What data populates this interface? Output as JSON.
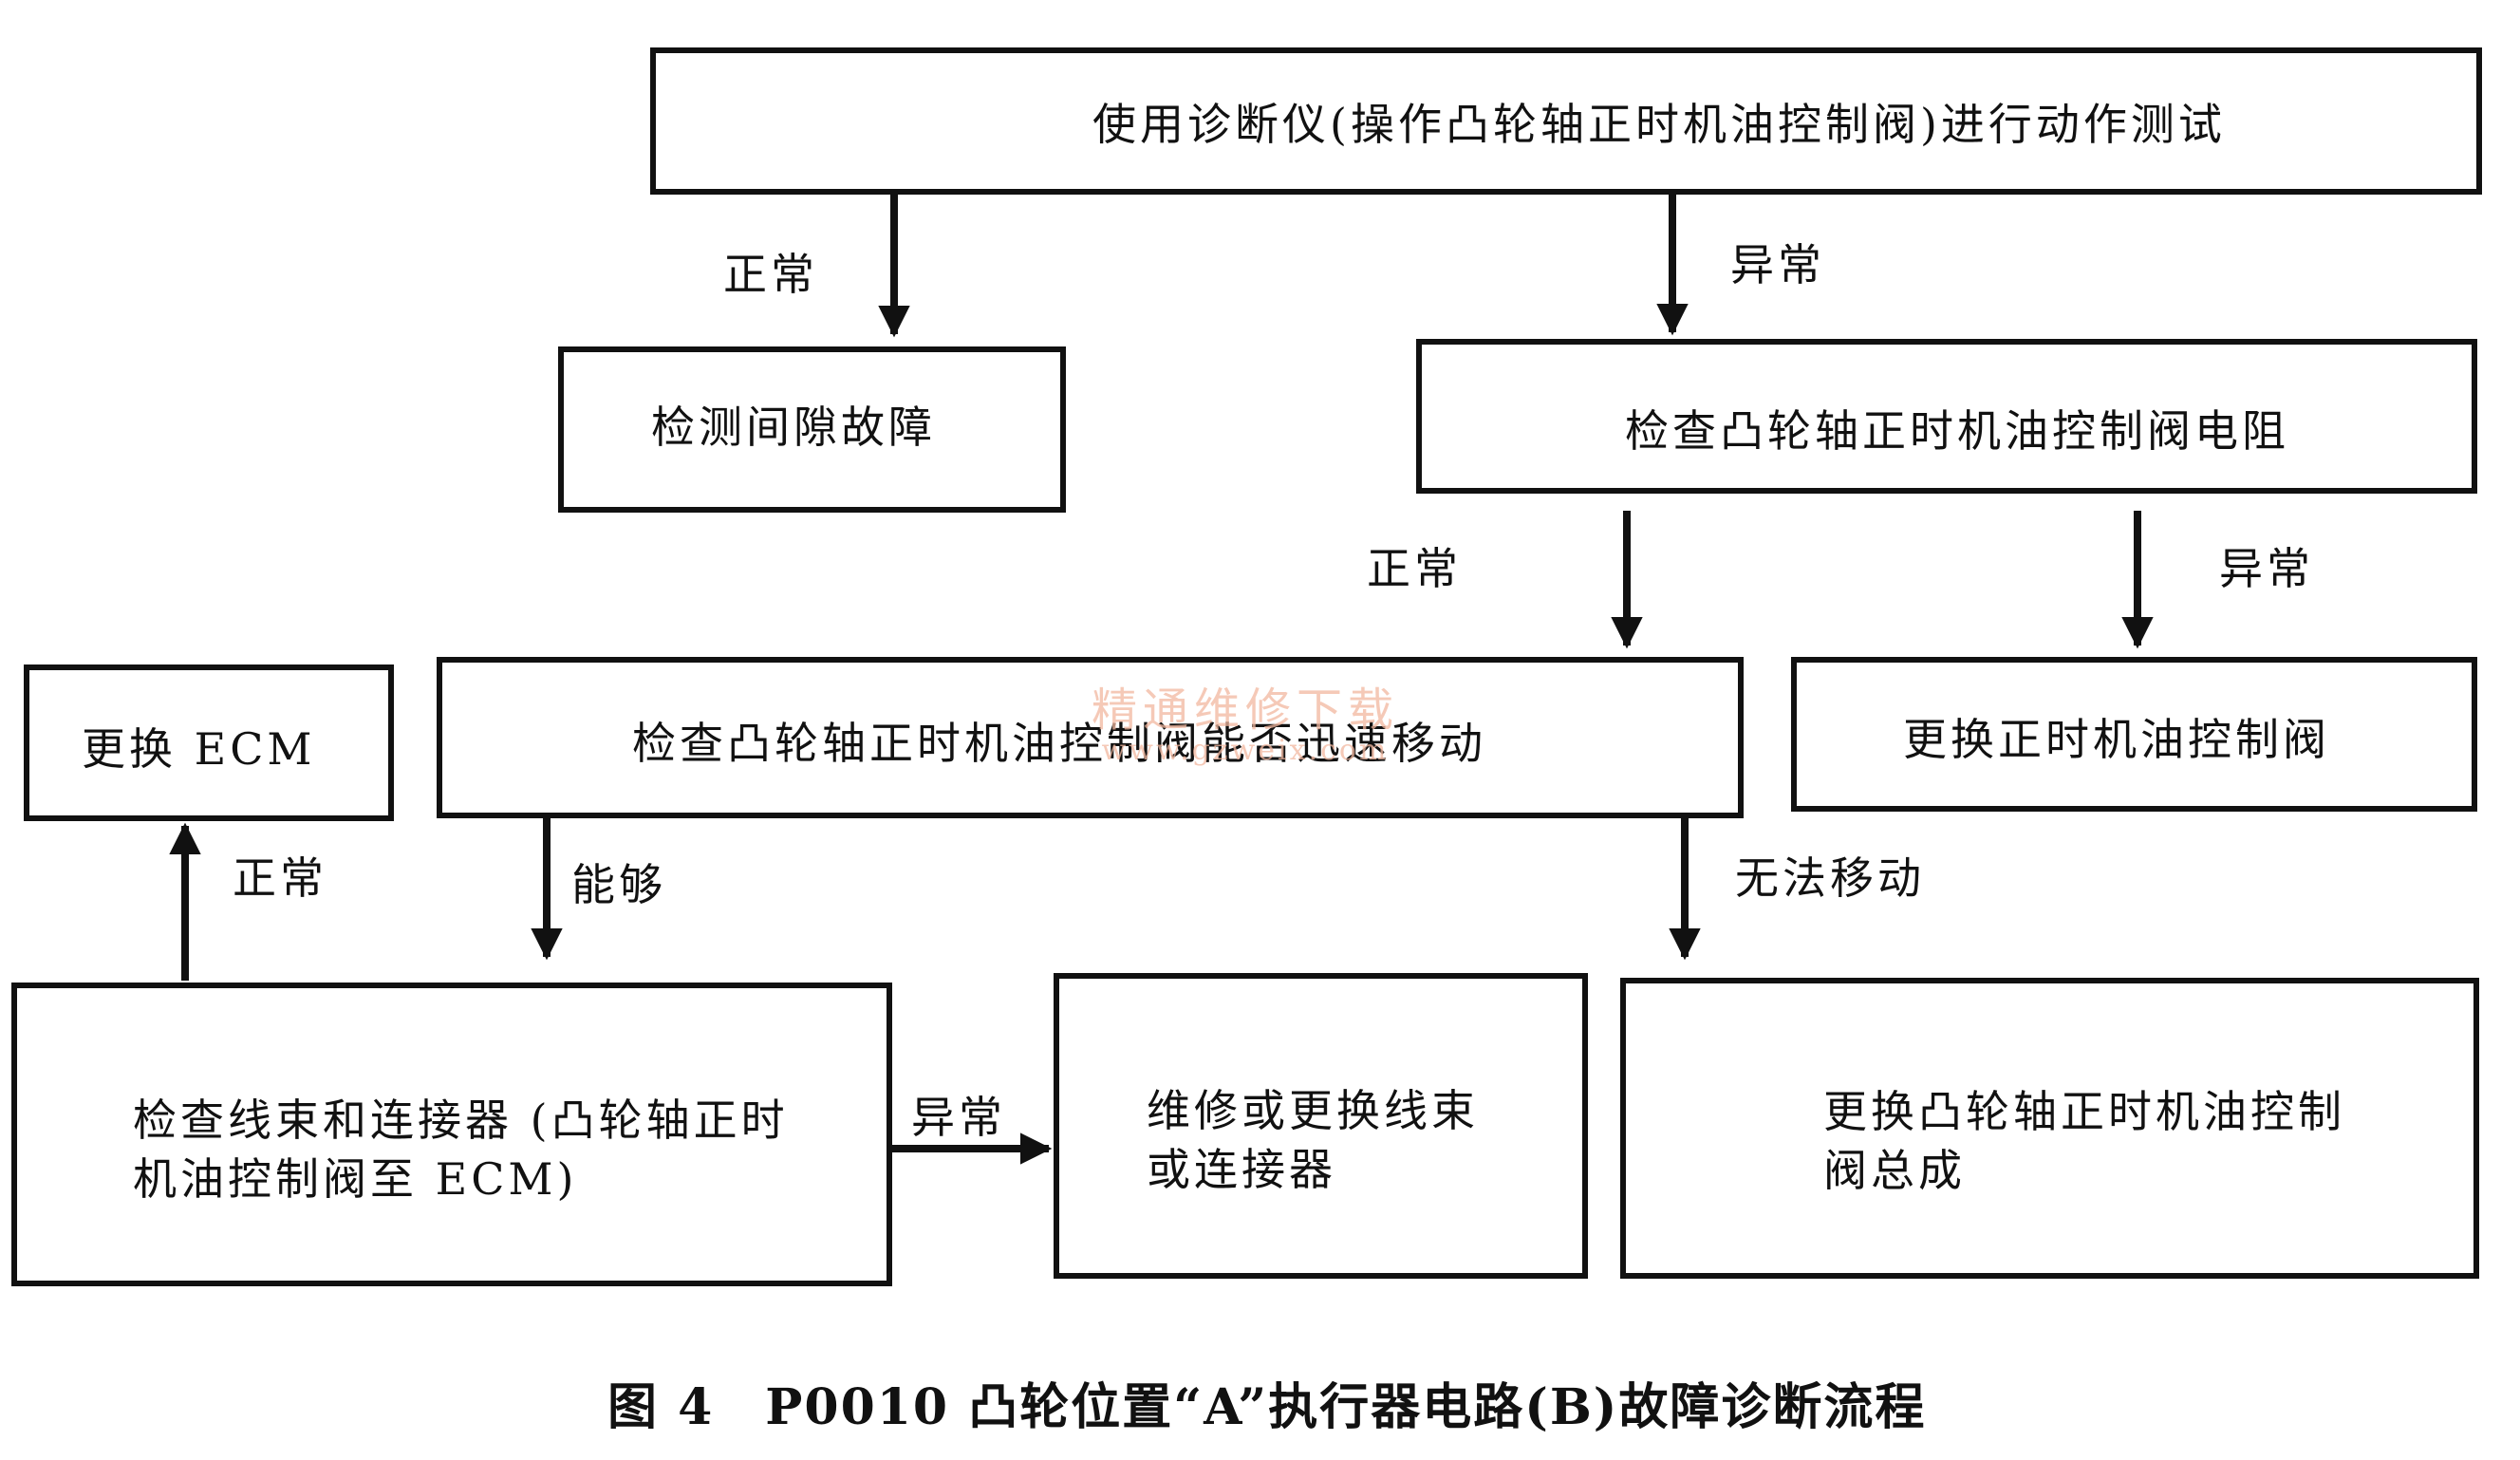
{
  "nodes": {
    "action_test": "使用诊断仪(操作凸轮轴正时机油控制阀)进行动作测试",
    "intermittent": "检测间隙故障",
    "check_resistance": "检查凸轮轴正时机油控制阀电阻",
    "check_move": "检查凸轮轴正时机油控制阀能否迅速移动",
    "replace_valve": "更换正时机油控制阀",
    "replace_ecm": "更换 ECM",
    "check_harness": "检查线束和连接器 (凸轮轴正时\n机油控制阀至 ECM)",
    "repair_harness": "维修或更换线束\n或连接器",
    "replace_assembly": "更换凸轮轴正时机油控制\n阀总成"
  },
  "edge_labels": {
    "test_normal": "正常",
    "test_abnormal": "异常",
    "resistance_normal": "正常",
    "resistance_abnormal": "异常",
    "move_can": "能够",
    "move_cannot": "无法移动",
    "harness_normal": "正常",
    "harness_abnormal": "异常"
  },
  "caption": "图 4　P0010 凸轮位置“A”执行器电路(B)故障诊断流程",
  "watermark": {
    "line1": "精通维修下载",
    "line2": "www.gzweix.com",
    "color": "#f2b8a0"
  },
  "line_color": "#111111"
}
